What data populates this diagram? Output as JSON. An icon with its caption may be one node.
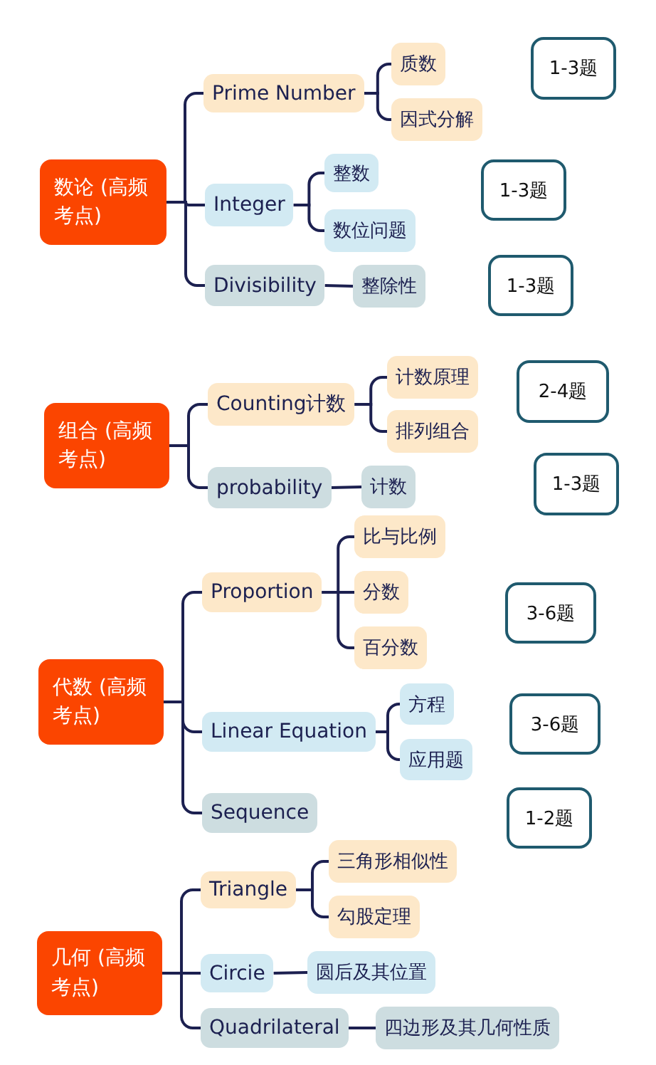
{
  "diagram": {
    "nodes": [
      {
        "text": [
          "数论 (高频考点)"
        ]
      },
      {
        "text": [
          "Prime Number"
        ]
      },
      {
        "text": [
          "质数"
        ]
      },
      {
        "text": [
          "因式分解"
        ]
      },
      {
        "text": [
          "1-3题"
        ]
      },
      {
        "text": [
          "Integer"
        ]
      },
      {
        "text": [
          "整数"
        ]
      },
      {
        "text": [
          "数位问题"
        ]
      },
      {
        "text": [
          "1-3题"
        ]
      },
      {
        "text": [
          "Divisibility"
        ]
      },
      {
        "text": [
          "整除性"
        ]
      },
      {
        "text": [
          "1-3题"
        ]
      },
      {
        "text": [
          "组合 (高频考点)"
        ]
      },
      {
        "text": [
          "Counting计数"
        ]
      },
      {
        "text": [
          "计数原理"
        ]
      },
      {
        "text": [
          "排列组合"
        ]
      },
      {
        "text": [
          "2-4题"
        ]
      },
      {
        "text": [
          "probability"
        ]
      },
      {
        "text": [
          "计数"
        ]
      },
      {
        "text": [
          "1-3题"
        ]
      },
      {
        "text": [
          "代数 (高频考点)"
        ]
      },
      {
        "text": [
          "Proportion"
        ]
      },
      {
        "text": [
          "比与比例"
        ]
      },
      {
        "text": [
          "分数"
        ]
      },
      {
        "text": [
          "百分数"
        ]
      },
      {
        "text": [
          "3-6题"
        ]
      },
      {
        "text": [
          "Linear Equation"
        ]
      },
      {
        "text": [
          "方程"
        ]
      },
      {
        "text": [
          "应用题"
        ]
      },
      {
        "text": [
          "3-6题"
        ]
      },
      {
        "text": [
          "Sequence"
        ]
      },
      {
        "text": [
          "1-2题"
        ]
      },
      {
        "text": [
          "几何 (高频考点)"
        ]
      },
      {
        "text": [
          "Triangle"
        ]
      },
      {
        "text": [
          "三角形相似性"
        ]
      },
      {
        "text": [
          "勾股定理"
        ]
      },
      {
        "text": [
          "Circie"
        ]
      },
      {
        "text": [
          "圆后及其位置"
        ]
      },
      {
        "text": [
          "Quadrilateral"
        ]
      },
      {
        "text": [
          "四边形及其几何性质"
        ]
      }
    ],
    "edges": [
      {
        "from": 0,
        "to": 1,
        "arrow": "none"
      },
      {
        "from": 0,
        "to": 5,
        "arrow": "none"
      },
      {
        "from": 0,
        "to": 9,
        "arrow": "none"
      },
      {
        "from": 1,
        "to": 2,
        "arrow": "none"
      },
      {
        "from": 1,
        "to": 3,
        "arrow": "none"
      },
      {
        "from": 5,
        "to": 6,
        "arrow": "none"
      },
      {
        "from": 5,
        "to": 7,
        "arrow": "none"
      },
      {
        "from": 9,
        "to": 10,
        "arrow": "none"
      },
      {
        "from": 12,
        "to": 13,
        "arrow": "none"
      },
      {
        "from": 12,
        "to": 17,
        "arrow": "none"
      },
      {
        "from": 13,
        "to": 14,
        "arrow": "none"
      },
      {
        "from": 13,
        "to": 15,
        "arrow": "none"
      },
      {
        "from": 17,
        "to": 18,
        "arrow": "none"
      },
      {
        "from": 20,
        "to": 21,
        "arrow": "none"
      },
      {
        "from": 20,
        "to": 26,
        "arrow": "none"
      },
      {
        "from": 20,
        "to": 30,
        "arrow": "none"
      },
      {
        "from": 21,
        "to": 22,
        "arrow": "none"
      },
      {
        "from": 21,
        "to": 23,
        "arrow": "none"
      },
      {
        "from": 21,
        "to": 24,
        "arrow": "none"
      },
      {
        "from": 26,
        "to": 27,
        "arrow": "none"
      },
      {
        "from": 26,
        "to": 28,
        "arrow": "none"
      },
      {
        "from": 32,
        "to": 33,
        "arrow": "none"
      },
      {
        "from": 32,
        "to": 36,
        "arrow": "none"
      },
      {
        "from": 32,
        "to": 38,
        "arrow": "none"
      },
      {
        "from": 33,
        "to": 34,
        "arrow": "none"
      },
      {
        "from": 33,
        "to": 35,
        "arrow": "none"
      },
      {
        "from": 36,
        "to": 37,
        "arrow": "none"
      },
      {
        "from": 38,
        "to": 39,
        "arrow": "none"
      }
    ]
  }
}
